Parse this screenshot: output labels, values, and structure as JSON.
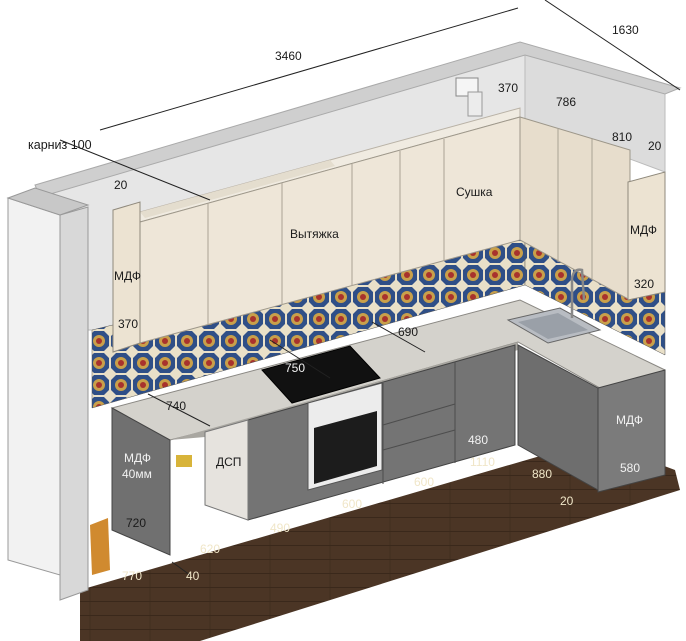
{
  "dimensions": {
    "total_length": "3460",
    "total_width": "1630",
    "hood_box_width": "370",
    "upper_right_a": "786",
    "upper_right_b": "810",
    "mdf_right_top": "20",
    "mdf_right_depth": "320",
    "cornice": "карниз 100",
    "mdf_left_top": "20",
    "mdf_left_depth": "370",
    "worktop_depth": "690",
    "hob_width": "750",
    "worktop_left": "740",
    "side_panel_height": "720",
    "gap_bottom": "40",
    "floor_left": "770",
    "floor_depth": "620",
    "base_490": "490",
    "base_600a": "600",
    "base_600b": "600",
    "base_480": "480",
    "base_1110": "1110",
    "base_880": "880",
    "base_580": "580",
    "plinth_20": "20"
  },
  "labels": {
    "hood": "Вытяжка",
    "dryer": "Сушка",
    "mdf_left_upper": "МДФ",
    "mdf_right_upper": "МДФ",
    "mdf_side_1": "МДФ",
    "mdf_side_2": "40мм",
    "chipboard": "ДСП",
    "mdf_right_base": "МДФ"
  },
  "colors": {
    "upper_facade": "#eee6d8",
    "base_facade": "#737373",
    "worktop": "#d4d2cc",
    "floor": "#4a3524",
    "wall": "#e4e4e4"
  }
}
